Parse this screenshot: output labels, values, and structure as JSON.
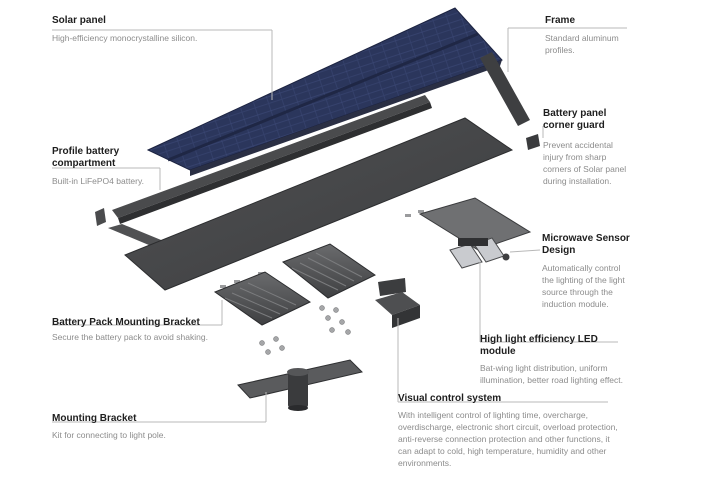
{
  "callouts": {
    "solar_panel": {
      "title": "Solar panel",
      "desc": "High-efficiency monocrystalline silicon."
    },
    "frame": {
      "title": "Frame",
      "desc": "Standard aluminum profiles."
    },
    "battery_panel_corner_guard": {
      "title": "Battery panel corner guard",
      "desc": "Prevent accidental injury from sharp corners of  Solar panel during installation."
    },
    "profile_battery_compartment": {
      "title": "Profile battery compartment",
      "desc": "Built-in LiFePO4 battery."
    },
    "microwave_sensor": {
      "title": "Microwave Sensor Design",
      "desc": "Automatically control the lighting of the light source through the induction module."
    },
    "battery_pack_bracket": {
      "title": "Battery Pack Mounting Bracket",
      "desc": "Secure the battery pack to avoid shaking."
    },
    "led_module": {
      "title": "High light efficiency LED module",
      "desc": "Bat-wing light distribution, uniform illumination, better road lighting effect."
    },
    "visual_control": {
      "title": "Visual control system",
      "desc": "With intelligent control of lighting time, overcharge, overdischarge, electronic short circuit, overload protection, anti-reverse connection protection and other functions, it can adapt to cold, high temperature, humidity and other environments."
    },
    "mounting_bracket": {
      "title": "Mounting Bracket",
      "desc": "Kit for connecting to light pole."
    }
  },
  "colors": {
    "panel_blue": "#2f3b63",
    "dark_gray": "#4a4b4d",
    "heat_sink": "#5b5c5e",
    "text_title": "#1e1e1e",
    "text_desc": "#8c8c8c",
    "leader_line": "#b8b8b8"
  }
}
